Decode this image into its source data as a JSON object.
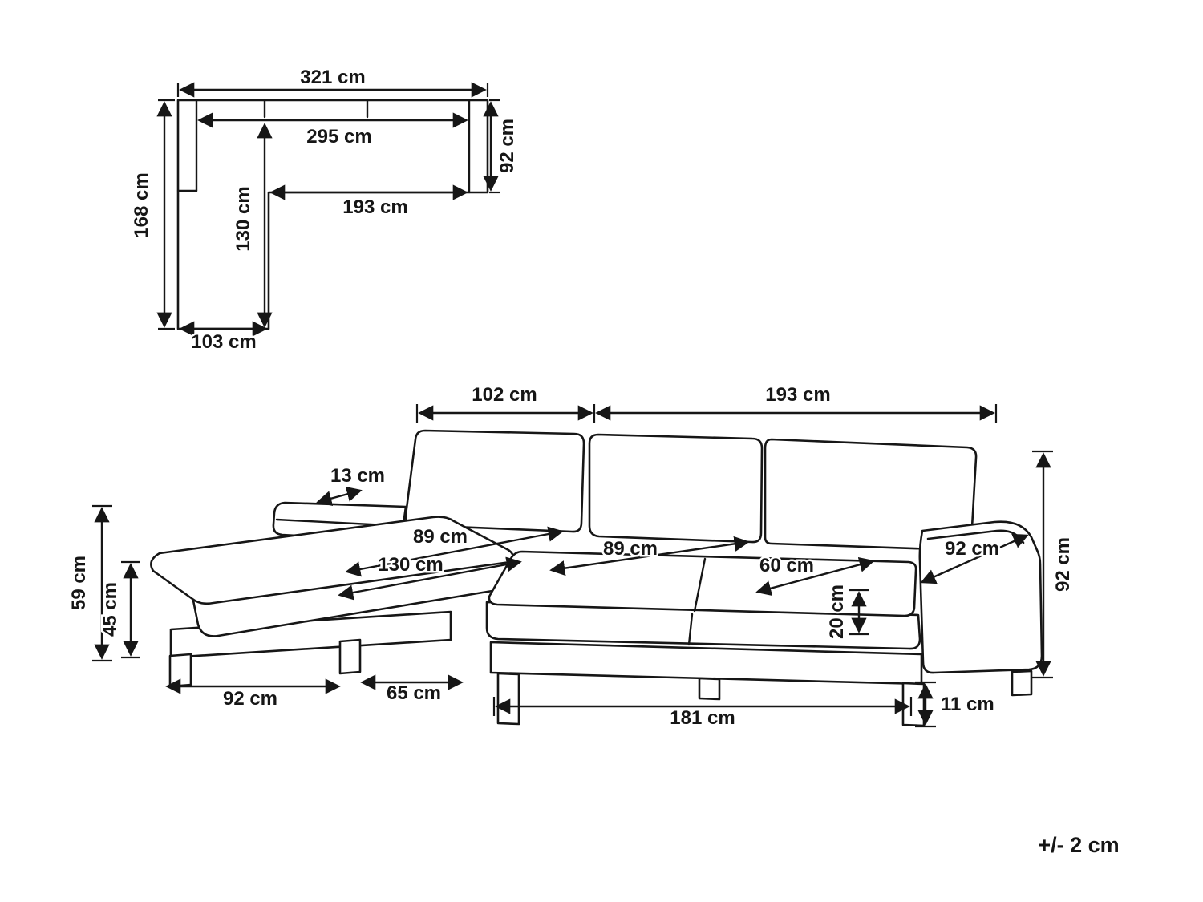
{
  "tolerance": "+/- 2 cm",
  "plan": {
    "overall_width": "321 cm",
    "inner_width": "295 cm",
    "depth": "92 cm",
    "seat_width": "193 cm",
    "overall_depth": "168 cm",
    "chaise_length": "130 cm",
    "chaise_width": "103 cm"
  },
  "front": {
    "left_back_width": "102 cm",
    "right_back_width": "193 cm",
    "armrest_thickness": "13 cm",
    "chaise_cushion_depth": "89 cm",
    "chaise_cushion_length": "130 cm",
    "seat_cushion_depth": "89 cm",
    "seat_cushion_width": "60 cm",
    "armrest_depth": "92 cm",
    "overall_height": "92 cm",
    "chaise_height": "59 cm",
    "seat_height": "45 cm",
    "cushion_thickness": "20 cm",
    "chaise_base_length": "92 cm",
    "chaise_base_width": "65 cm",
    "base_length": "181 cm",
    "leg_height": "11 cm"
  }
}
